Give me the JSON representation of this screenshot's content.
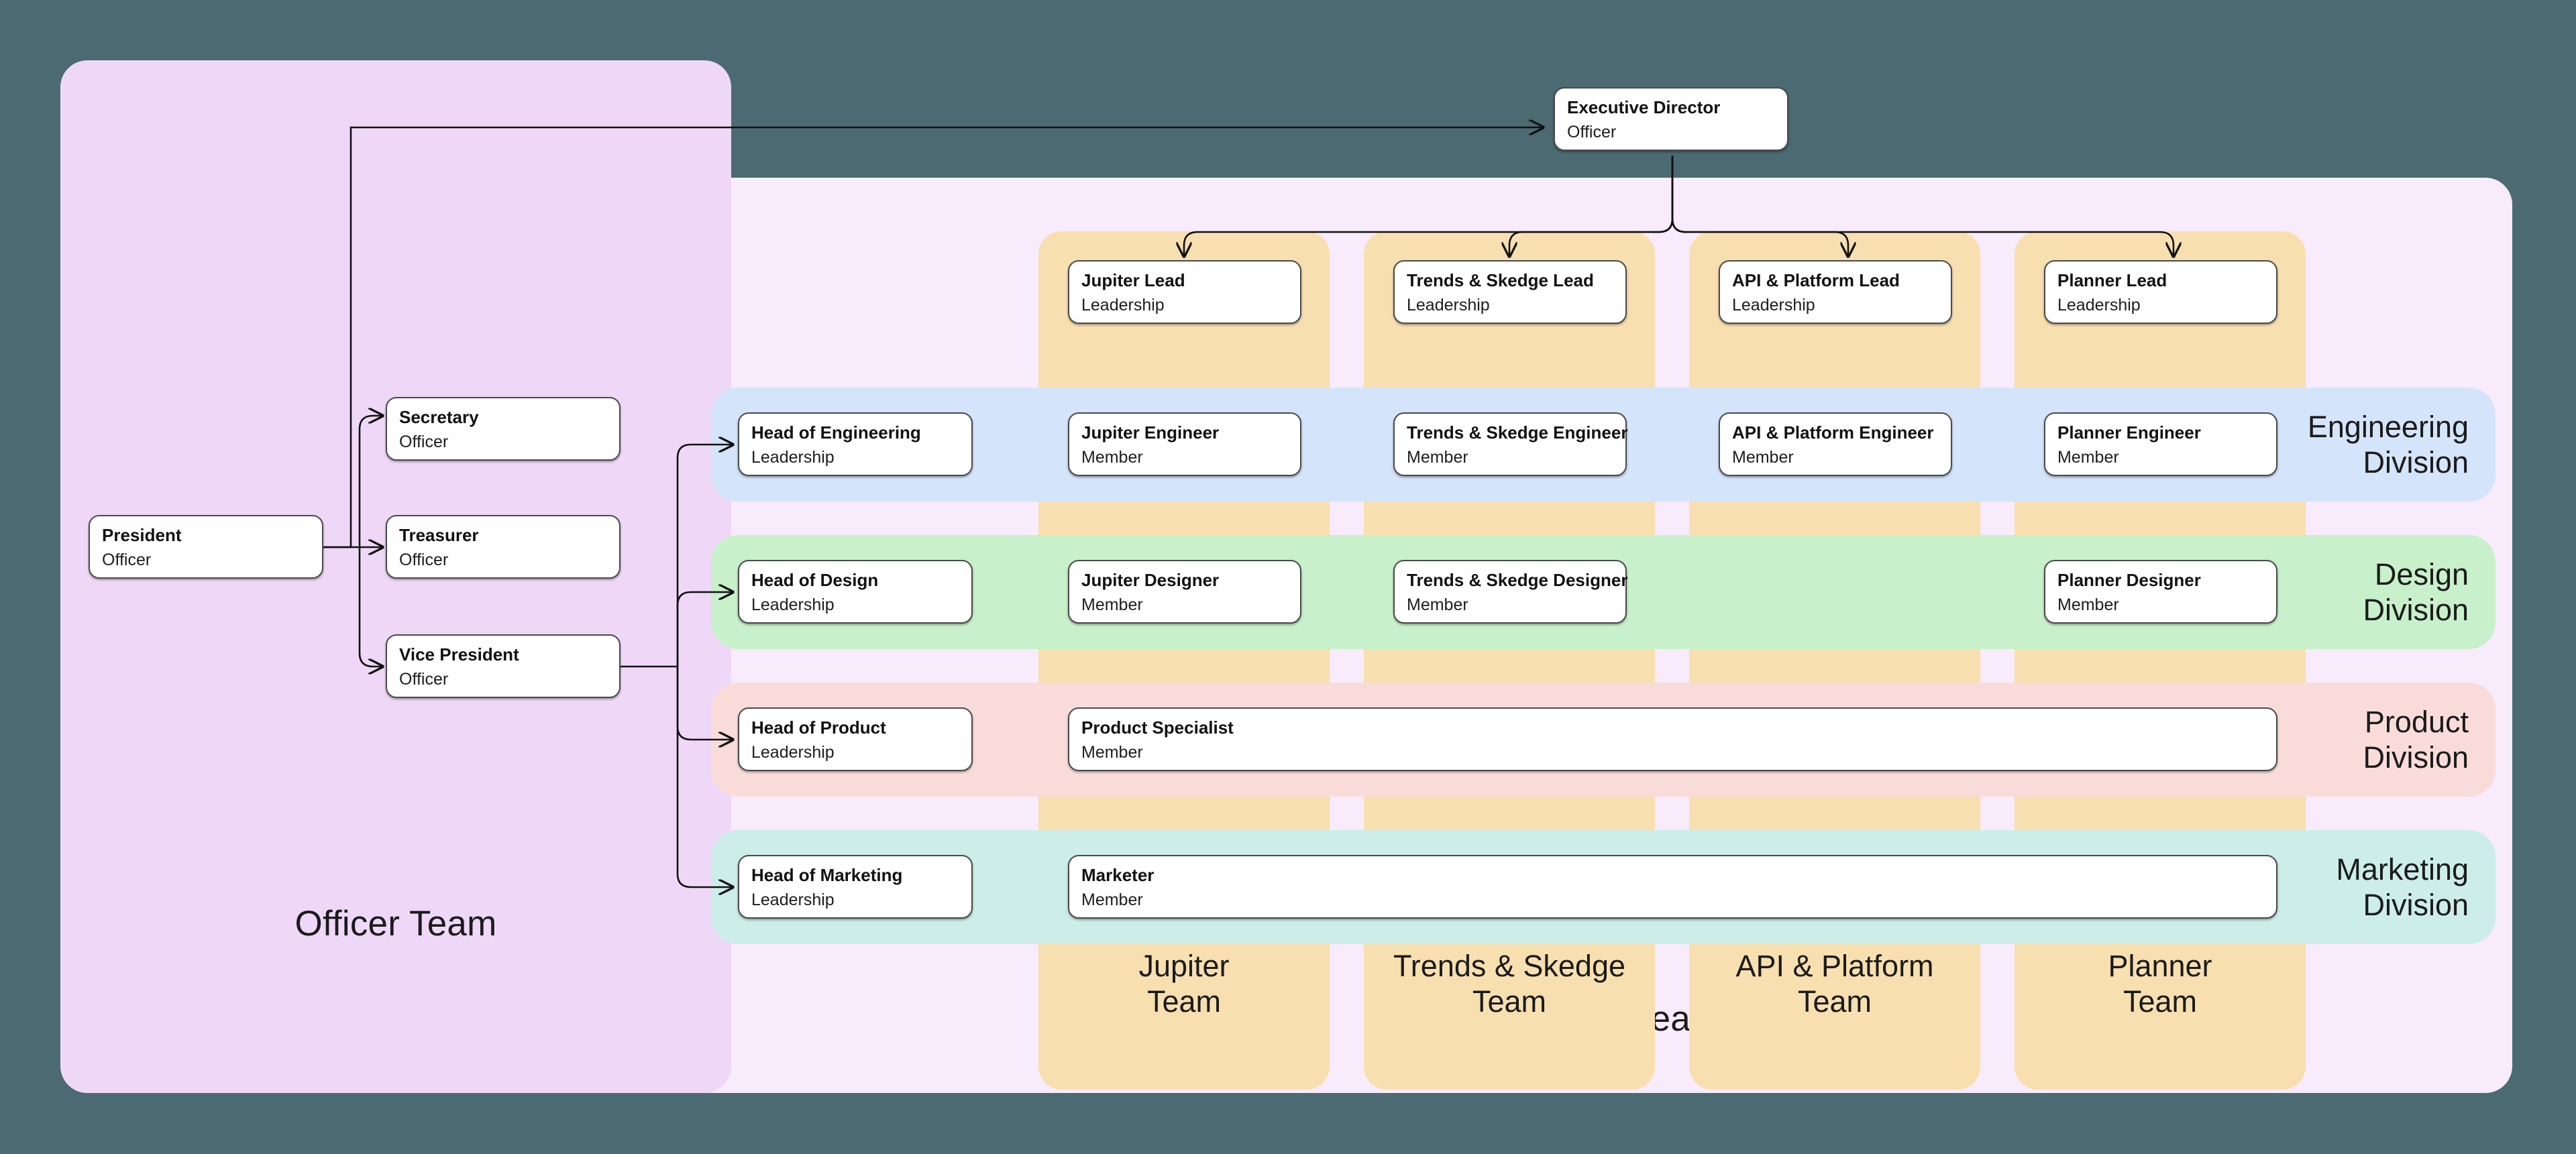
{
  "groups": {
    "officer_team": {
      "label": "Officer Team",
      "color": "#EFD8F7"
    },
    "leadership_team": {
      "label": "Leadership Team",
      "color": "#F8EBFB"
    }
  },
  "team_columns": [
    {
      "label_line1": "Jupiter",
      "label_line2": "Team",
      "color": "#F8DFB0"
    },
    {
      "label_line1": "Trends & Skedge",
      "label_line2": "Team",
      "color": "#F8DFB0"
    },
    {
      "label_line1": "API & Platform",
      "label_line2": "Team",
      "color": "#F8DFB0"
    },
    {
      "label_line1": "Planner",
      "label_line2": "Team",
      "color": "#F8DFB0"
    }
  ],
  "divisions": [
    {
      "label_line1": "Engineering",
      "label_line2": "Division",
      "color": "#D4E4FA"
    },
    {
      "label_line1": "Design",
      "label_line2": "Division",
      "color": "#C8F0CA"
    },
    {
      "label_line1": "Product",
      "label_line2": "Division",
      "color": "#F9DCDA"
    },
    {
      "label_line1": "Marketing",
      "label_line2": "Division",
      "color": "#CDEDE8"
    }
  ],
  "nodes": {
    "executive_director": {
      "title": "Executive Director",
      "role": "Officer"
    },
    "president": {
      "title": "President",
      "role": "Officer"
    },
    "secretary": {
      "title": "Secretary",
      "role": "Officer"
    },
    "treasurer": {
      "title": "Treasurer",
      "role": "Officer"
    },
    "vice_president": {
      "title": "Vice President",
      "role": "Officer"
    },
    "jupiter_lead": {
      "title": "Jupiter Lead",
      "role": "Leadership"
    },
    "trends_skedge_lead": {
      "title": "Trends & Skedge Lead",
      "role": "Leadership"
    },
    "api_platform_lead": {
      "title": "API & Platform Lead",
      "role": "Leadership"
    },
    "planner_lead": {
      "title": "Planner Lead",
      "role": "Leadership"
    },
    "head_of_engineering": {
      "title": "Head of Engineering",
      "role": "Leadership"
    },
    "jupiter_engineer": {
      "title": "Jupiter Engineer",
      "role": "Member"
    },
    "trends_skedge_engineer": {
      "title": "Trends & Skedge Engineer",
      "role": "Member"
    },
    "api_platform_engineer": {
      "title": "API & Platform Engineer",
      "role": "Member"
    },
    "planner_engineer": {
      "title": "Planner Engineer",
      "role": "Member"
    },
    "head_of_design": {
      "title": "Head of Design",
      "role": "Leadership"
    },
    "jupiter_designer": {
      "title": "Jupiter Designer",
      "role": "Member"
    },
    "trends_skedge_designer": {
      "title": "Trends & Skedge Designer",
      "role": "Member"
    },
    "planner_designer": {
      "title": "Planner Designer",
      "role": "Member"
    },
    "head_of_product": {
      "title": "Head of Product",
      "role": "Leadership"
    },
    "product_specialist": {
      "title": "Product Specialist",
      "role": "Member"
    },
    "head_of_marketing": {
      "title": "Head of Marketing",
      "role": "Leadership"
    },
    "marketer": {
      "title": "Marketer",
      "role": "Member"
    }
  },
  "canvas": {
    "background": "#4c6a72"
  }
}
